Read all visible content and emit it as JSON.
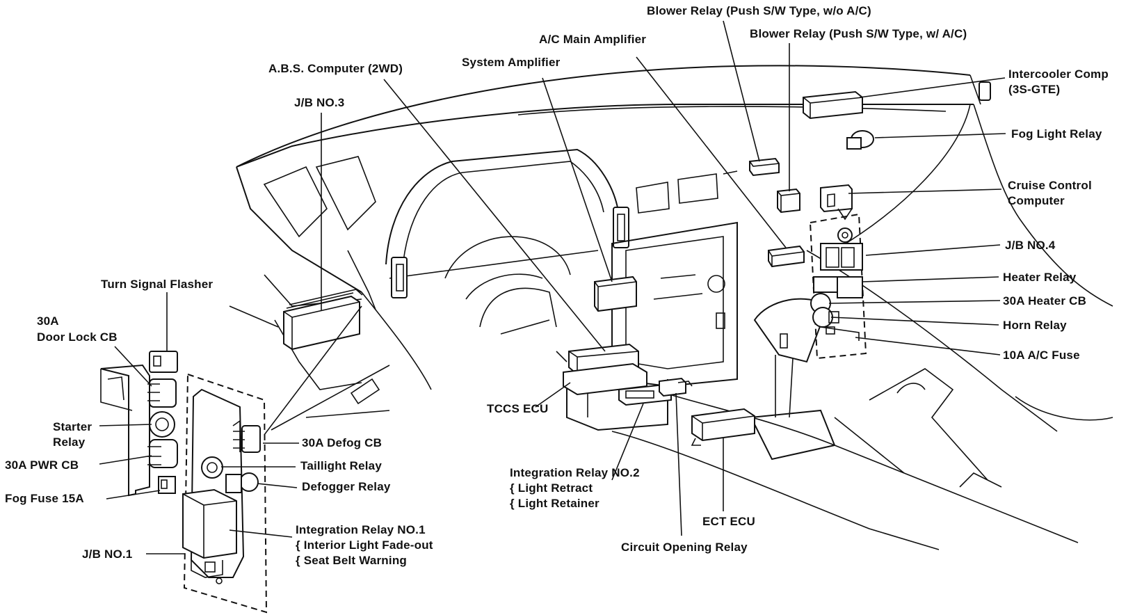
{
  "labels": {
    "blower_relay_wo_ac": "Blower Relay (Push S/W Type, w/o A/C)",
    "blower_relay_w_ac": "Blower Relay (Push S/W Type, w/  A/C)",
    "ac_main_amplifier": "A/C Main Amplifier",
    "system_amplifier": "System Amplifier",
    "abs_computer": "A.B.S. Computer (2WD)",
    "jb_no3": "J/B NO.3",
    "intercooler_comp_1": "Intercooler Comp",
    "intercooler_comp_2": "(3S-GTE)",
    "fog_light_relay": "Fog Light Relay",
    "cruise_control_1": "Cruise Control",
    "cruise_control_2": "Computer",
    "jb_no4": "J/B NO.4",
    "heater_relay": "Heater Relay",
    "heater_cb_30a": "30A Heater CB",
    "horn_relay": "Horn Relay",
    "ac_fuse_10a": "10A A/C Fuse",
    "turn_signal_flasher": "Turn Signal Flasher",
    "door_lock_cb_1": "30A",
    "door_lock_cb_2": "Door Lock CB",
    "starter_relay_1": "Starter",
    "starter_relay_2": "Relay",
    "pwr_cb_30a": "30A PWR CB",
    "fog_fuse_15a": "Fog Fuse 15A",
    "jb_no1": "J/B NO.1",
    "defog_cb_30a": "30A Defog CB",
    "taillight_relay": "Taillight Relay",
    "defogger_relay": "Defogger Relay",
    "integration_relay_no1": "Integration Relay NO.1",
    "interior_light_fade": "Interior Light Fade-out",
    "seat_belt_warning": "Seat Belt Warning",
    "tccs_ecu": "TCCS ECU",
    "integration_relay_no2": "Integration Relay NO.2",
    "light_retract": "Light Retract",
    "light_retainer": "Light Retainer",
    "ect_ecu": "ECT ECU",
    "circuit_opening_relay": "Circuit Opening Relay"
  }
}
